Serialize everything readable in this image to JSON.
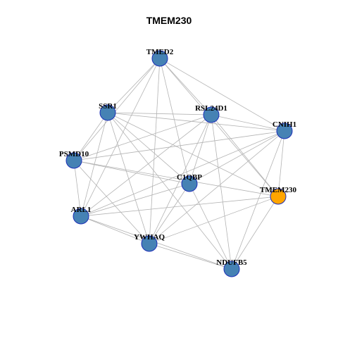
{
  "title": "TMEM230",
  "colors": {
    "edge": "#b3b3b3",
    "node_fill": "#4682b4",
    "node_stroke": "#1c2fb8",
    "highlight_fill": "#ffa500"
  },
  "nodes": [
    {
      "id": "TMED2",
      "label": "TMED2",
      "highlight": false
    },
    {
      "id": "SSR1",
      "label": "SSR1",
      "highlight": false
    },
    {
      "id": "RSL24D1",
      "label": "RSL24D1",
      "highlight": false
    },
    {
      "id": "CNIH1",
      "label": "CNIH1",
      "highlight": false
    },
    {
      "id": "PSMD10",
      "label": "PSMD10",
      "highlight": false
    },
    {
      "id": "C1QBP",
      "label": "C1QBP",
      "highlight": false
    },
    {
      "id": "TMEM230",
      "label": "TMEM230",
      "highlight": true
    },
    {
      "id": "ARL1",
      "label": "ARL1",
      "highlight": false
    },
    {
      "id": "YWHAQ",
      "label": "YWHAQ",
      "highlight": false
    },
    {
      "id": "NDUFB5",
      "label": "NDUFB5",
      "highlight": false
    }
  ],
  "edges": [
    [
      "TMED2",
      "SSR1"
    ],
    [
      "TMED2",
      "RSL24D1"
    ],
    [
      "TMED2",
      "CNIH1"
    ],
    [
      "TMED2",
      "PSMD10"
    ],
    [
      "TMED2",
      "C1QBP"
    ],
    [
      "TMED2",
      "TMEM230"
    ],
    [
      "TMED2",
      "ARL1"
    ],
    [
      "TMED2",
      "YWHAQ"
    ],
    [
      "SSR1",
      "RSL24D1"
    ],
    [
      "SSR1",
      "CNIH1"
    ],
    [
      "SSR1",
      "PSMD10"
    ],
    [
      "SSR1",
      "C1QBP"
    ],
    [
      "SSR1",
      "TMEM230"
    ],
    [
      "SSR1",
      "ARL1"
    ],
    [
      "SSR1",
      "YWHAQ"
    ],
    [
      "SSR1",
      "NDUFB5"
    ],
    [
      "RSL24D1",
      "CNIH1"
    ],
    [
      "RSL24D1",
      "PSMD10"
    ],
    [
      "RSL24D1",
      "C1QBP"
    ],
    [
      "RSL24D1",
      "TMEM230"
    ],
    [
      "RSL24D1",
      "ARL1"
    ],
    [
      "RSL24D1",
      "YWHAQ"
    ],
    [
      "RSL24D1",
      "NDUFB5"
    ],
    [
      "CNIH1",
      "PSMD10"
    ],
    [
      "CNIH1",
      "C1QBP"
    ],
    [
      "CNIH1",
      "TMEM230"
    ],
    [
      "CNIH1",
      "ARL1"
    ],
    [
      "CNIH1",
      "YWHAQ"
    ],
    [
      "CNIH1",
      "NDUFB5"
    ],
    [
      "PSMD10",
      "C1QBP"
    ],
    [
      "PSMD10",
      "TMEM230"
    ],
    [
      "PSMD10",
      "ARL1"
    ],
    [
      "PSMD10",
      "YWHAQ"
    ],
    [
      "C1QBP",
      "ARL1"
    ],
    [
      "C1QBP",
      "YWHAQ"
    ],
    [
      "C1QBP",
      "NDUFB5"
    ],
    [
      "TMEM230",
      "ARL1"
    ],
    [
      "TMEM230",
      "YWHAQ"
    ],
    [
      "TMEM230",
      "NDUFB5"
    ],
    [
      "ARL1",
      "YWHAQ"
    ],
    [
      "ARL1",
      "NDUFB5"
    ],
    [
      "YWHAQ",
      "NDUFB5"
    ]
  ]
}
